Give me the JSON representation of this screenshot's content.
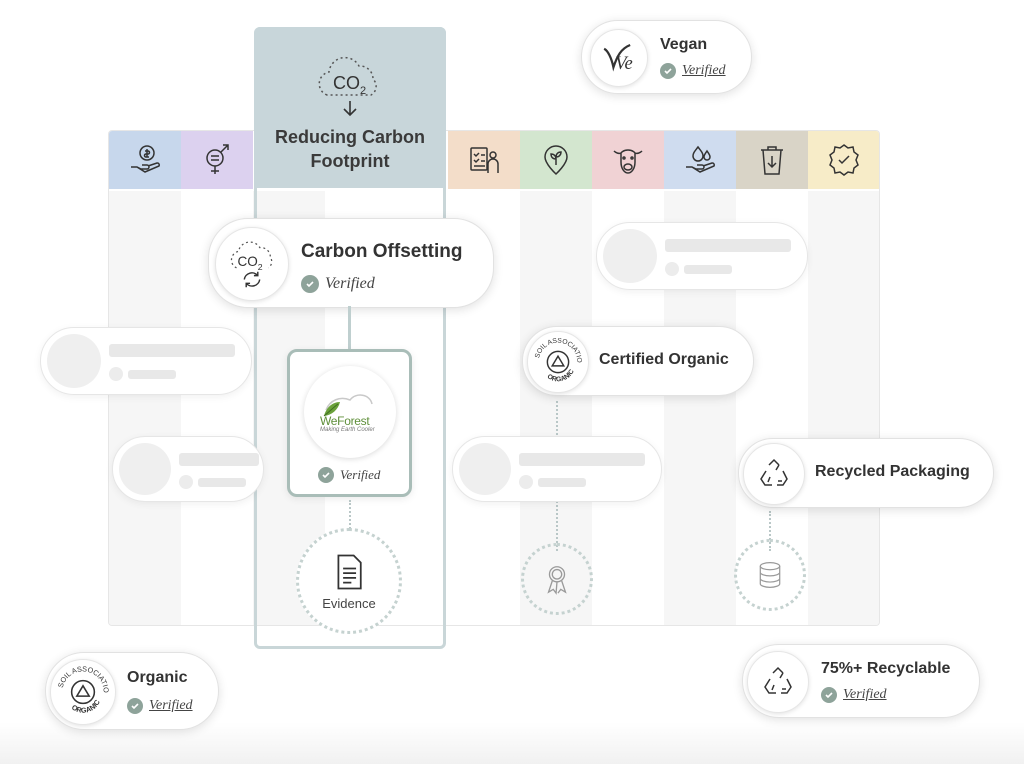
{
  "column": {
    "title_line1": "Reducing Carbon",
    "title_line2": "Footprint",
    "header_icon_text": "CO",
    "header_icon_sub": "2"
  },
  "categories": [
    {
      "name": "money-hand-icon",
      "color": "#c7d7ec"
    },
    {
      "name": "gender-icon",
      "color": "#dcd1ef"
    },
    {
      "name": "co2",
      "color": "#c8d6da"
    },
    {
      "name": "checklist-person-icon",
      "color": "#f3ddc9"
    },
    {
      "name": "plant-pin-icon",
      "color": "#d3e6cf"
    },
    {
      "name": "cow-icon",
      "color": "#f0d2d4"
    },
    {
      "name": "water-hand-icon",
      "color": "#cfdcef"
    },
    {
      "name": "bin-icon",
      "color": "#d9d4c7"
    },
    {
      "name": "award-badge-icon",
      "color": "#f7ecc8"
    }
  ],
  "badges": {
    "carbon_offsetting": {
      "label": "Carbon Offsetting",
      "status": "Verified",
      "icon_text": "CO",
      "icon_sub": "2"
    },
    "vegan": {
      "label": "Vegan",
      "status": "Verified",
      "logo": "Ve"
    },
    "certified_organic": {
      "label": "Certified Organic"
    },
    "recycled_packaging": {
      "label": "Recycled Packaging"
    },
    "organic": {
      "label": "Organic",
      "status": "Verified"
    },
    "recyclable": {
      "label": "75%+ Recyclable",
      "status": "Verified"
    }
  },
  "evidence_card": {
    "logo_name": "WeForest",
    "logo_tagline": "Making Earth Cooler",
    "status": "Verified"
  },
  "evidence_node": {
    "label": "Evidence"
  },
  "soil_association": {
    "top": "SOIL ASSOCIATION",
    "bottom": "ORGANIC"
  },
  "colors": {
    "verified_check": "#8ea39a",
    "column_header": "#c8d6da",
    "column_border": "#c9d6d8"
  }
}
